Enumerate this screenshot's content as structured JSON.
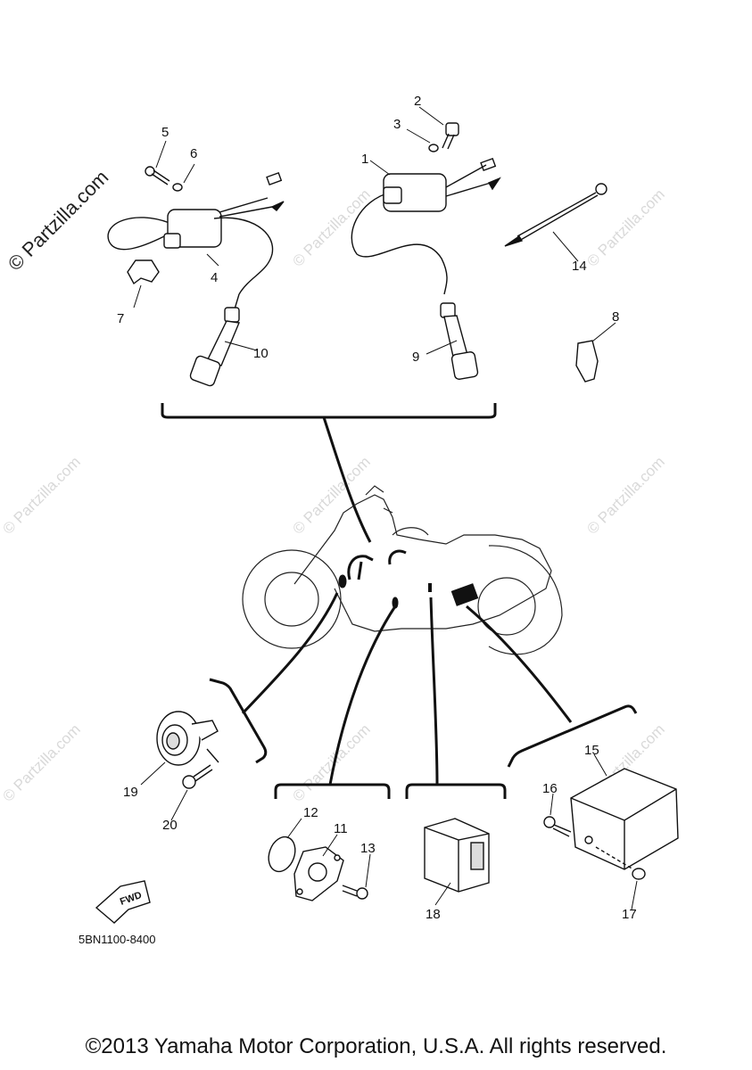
{
  "callouts": {
    "c1": "1",
    "c2": "2",
    "c3": "3",
    "c4": "4",
    "c5": "5",
    "c6": "6",
    "c7": "7",
    "c8": "8",
    "c9": "9",
    "c10": "10",
    "c11": "11",
    "c12": "12",
    "c13": "13",
    "c14": "14",
    "c15": "15",
    "c16": "16",
    "c17": "17",
    "c18": "18",
    "c19": "19",
    "c20": "20"
  },
  "fwd_label": "FWD",
  "part_code": "5BN1100-8400",
  "watermark": "© Partzilla.com",
  "copyright": "©2013 Yamaha Motor Corporation, U.S.A. All rights reserved."
}
